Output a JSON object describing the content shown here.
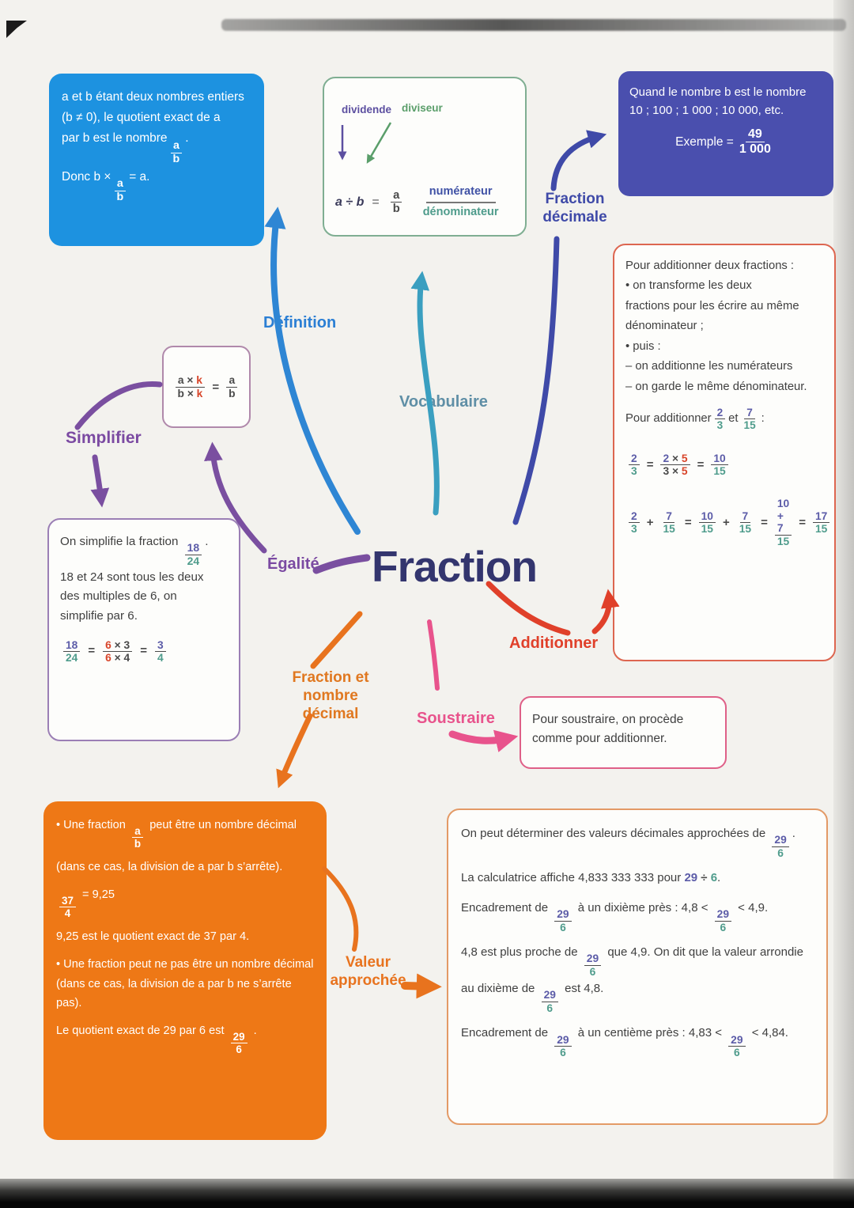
{
  "title": "Fraction",
  "labels": {
    "definition": "Définition",
    "vocabulaire": "Vocabulaire",
    "simplifier": "Simplifier",
    "egalite": "Égalité",
    "fraction_decimale_1": "Fraction",
    "fraction_decimale_2": "décimale",
    "additionner": "Additionner",
    "soustraire": "Soustraire",
    "fraction_nombre_1": "Fraction et",
    "fraction_nombre_2": "nombre décimal",
    "valeur_1": "Valeur",
    "valeur_2": "approchée"
  },
  "ops": {
    "eq": "=",
    "plus": "+",
    "colon": ":",
    "dot": "."
  },
  "definition_box": {
    "l1": "a et b étant deux nombres entiers",
    "l2": "(b ≠ 0), le quotient exact de a",
    "l3_pre": "par b est le nombre",
    "l3_post": ".",
    "l4_pre": "Donc b ×",
    "l4_post": "= a.",
    "frac": {
      "n": "a",
      "d": "b"
    }
  },
  "vocab_box": {
    "dividende": "dividende",
    "diviseur": "diviseur",
    "expr": "a ÷ b",
    "frac": {
      "n": "a",
      "d": "b"
    },
    "numerateur": "numérateur",
    "denominateur": "dénominateur"
  },
  "decimal_box": {
    "l1": "Quand le nombre b est le nombre",
    "l2": "10 ; 100 ; 1 000 ; 10 000, etc.",
    "example_pre": "Exemple =",
    "frac": {
      "n": "49",
      "d": "1 000"
    }
  },
  "add_box": {
    "l1": "Pour additionner deux fractions :",
    "l2": "• on transforme les deux",
    "l3": "fractions pour les écrire au même",
    "l4": "dénominateur ;",
    "l5": "• puis :",
    "l6": "– on additionne les numérateurs",
    "l7": "– on garde le même dénominateur.",
    "ex_pre": "Pour additionner",
    "ex_mid": "et",
    "f23": {
      "n": "2",
      "d": "3"
    },
    "f715": {
      "n": "7",
      "d": "15"
    },
    "f1015": {
      "n": "10",
      "d": "15"
    },
    "fsum": {
      "n": "10 + 7",
      "d": "15"
    },
    "f1715": {
      "n": "17",
      "d": "15"
    },
    "eq1_n1": "2",
    "eq1_nx": " × ",
    "eq1_n2": "5",
    "eq1_d1": "3",
    "eq1_dx": " × ",
    "eq1_d2": "5"
  },
  "equality_box": {
    "na": "a ×",
    "nk": "k",
    "da": "b ×",
    "dk": "k",
    "rn": "a",
    "rd": "b"
  },
  "simplify_box": {
    "l1_pre": "On simplifie la fraction",
    "l1_post": ".",
    "l2": "18 et 24 sont tous les deux",
    "l3": "des multiples de 6, on",
    "l4": "simplifie par 6.",
    "f1824": {
      "n": "18",
      "d": "24"
    },
    "s_n1": "6",
    "s_nrest": " × 3",
    "s_d1": "6",
    "s_drest": " × 4",
    "f34": {
      "n": "3",
      "d": "4"
    }
  },
  "subtract_box": {
    "l1": "Pour soustraire, on procède",
    "l2": "comme pour additionner."
  },
  "orange_box": {
    "l1_pre": "• Une fraction",
    "l1_post": "peut être un nombre décimal",
    "l2": "(dans ce cas, la division de a par b s’arrête).",
    "fab": {
      "n": "a",
      "d": "b"
    },
    "f374": {
      "n": "37",
      "d": "4"
    },
    "eq_post": "= 9,25",
    "l3": "9,25 est le quotient exact de 37 par 4.",
    "l4": "• Une fraction peut ne pas être un nombre décimal (dans ce cas, la division de a par b  ne s’arrête pas).",
    "l5_pre": "Le quotient exact de 29 par 6 est",
    "l5_post": ".",
    "f296": {
      "n": "29",
      "d": "6"
    }
  },
  "approx_box": {
    "f296": {
      "n": "29",
      "d": "6"
    },
    "l1_pre": "On peut déterminer des valeurs décimales approchées de",
    "l1_post": ".",
    "l2_pre": "La calculatrice affiche 4,833 333 333 pour",
    "e29": "29",
    "ediv": " ÷ ",
    "e6": "6",
    "l2_post": ".",
    "l3_pre": "Encadrement de",
    "l3_mid": "à un dixième près : 4,8 <",
    "l3_post": "< 4,9.",
    "l4_pre": "4,8 est plus proche de",
    "l4_mid": "que 4,9. On dit que la valeur arrondie au dixième de",
    "l4_post": "est 4,8.",
    "l5_pre": "Encadrement de",
    "l5_mid": "à un centième près : 4,83 <",
    "l5_post": "< 4,84."
  },
  "colors": {
    "definition_box_bg": "#1d92e0",
    "decimal_box_bg": "#4a4fae",
    "orange_box_bg": "#ee7816",
    "title": "#33356e",
    "definition_label": "#2b7fd4",
    "vocabulaire_label": "#5f8fa6",
    "simplifier_label": "#7b4aa2",
    "egalite_label": "#7b4aa2",
    "fraction_decimale_label": "#3f4aa8",
    "additionner_label": "#e0402a",
    "soustraire_label": "#e8538c",
    "fraction_nombre_label": "#e07820",
    "valeur_label": "#e8731e",
    "numerator_accent": "#5c5ca8",
    "denominator_accent": "#4f9c8c",
    "multiplier_accent": "#d8452a"
  }
}
